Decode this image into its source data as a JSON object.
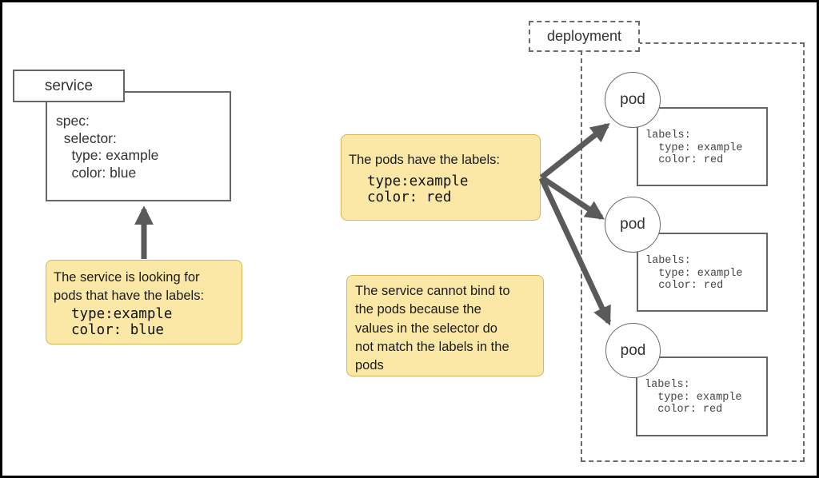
{
  "colors": {
    "note_fill": "#FBE8A6",
    "note_border": "#D6B656",
    "box_border": "#666666",
    "arrow": "#5A5A5A",
    "text_dark": "#333333",
    "frame": "#000000"
  },
  "service": {
    "title": "service",
    "spec_lines": [
      "spec:",
      "  selector:",
      "    type: example",
      "    color: blue"
    ]
  },
  "notes": {
    "service_selector": {
      "lines": [
        "The service is looking for",
        "pods that have the labels:"
      ],
      "code_lines": [
        "type:example",
        "color: blue"
      ]
    },
    "pod_labels": {
      "lines": [
        "The pods have the labels:"
      ],
      "code_lines": [
        "type:example",
        "color: red"
      ]
    },
    "mismatch": {
      "lines": [
        "The service cannot bind to",
        "the pods because the",
        "values in the selector do",
        "not match the labels in the",
        "pods"
      ]
    }
  },
  "deployment": {
    "title": "deployment",
    "pods": [
      {
        "name": "pod",
        "labels": [
          "labels:",
          "  type: example",
          "  color: red"
        ]
      },
      {
        "name": "pod",
        "labels": [
          "labels:",
          "  type: example",
          "  color: red"
        ]
      },
      {
        "name": "pod",
        "labels": [
          "labels:",
          "  type: example",
          "  color: red"
        ]
      }
    ]
  }
}
